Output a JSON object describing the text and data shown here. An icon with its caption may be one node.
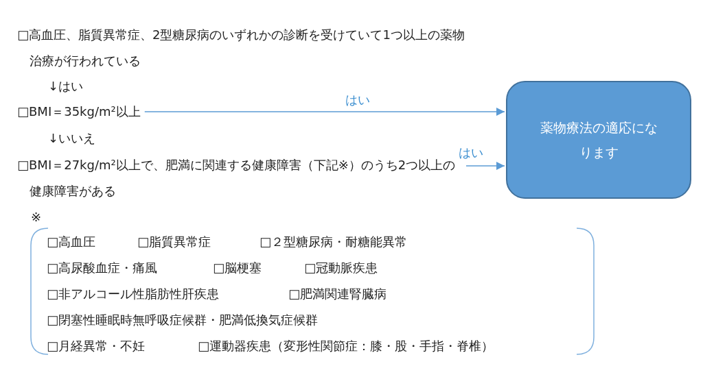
{
  "diagram": {
    "nodes": [
      {
        "text": [
          "□BMI＝35kg/m²以上"
        ]
      },
      {
        "text": [
          "□BMI＝27kg/m²以上で、肥満に関連する健康障害（下記※）のうち2つ以上の健康障害がある"
        ]
      },
      {
        "text": [
          "薬物療法の適応になります"
        ]
      }
    ],
    "edges": [
      {
        "from": 0,
        "to": 2,
        "arrow": "to",
        "label": "はい"
      },
      {
        "from": 1,
        "to": 2,
        "arrow": "to",
        "label": "はい"
      }
    ],
    "labels": [
      "□高血圧、脂質異常症、2型糖尿病のいずれかの診断を受けていて1つ以上の薬物治療が行われている",
      "↓はい",
      "↓いいえ",
      "※",
      "□高血圧",
      "□脂質異常症",
      "□２型糖尿病・耐糖能異常",
      "□高尿酸血症・痛風",
      "□脳梗塞",
      "□冠動脈疾患",
      "□非アルコール性脂肪性肝疾患",
      "□肥満関連腎臓病",
      "□閉塞性睡眠時無呼吸症候群・肥満低換気症候群",
      "□月経異常・不妊",
      "□運動器疾患（変形性関節症：膝・股・手指・脊椎）"
    ]
  }
}
